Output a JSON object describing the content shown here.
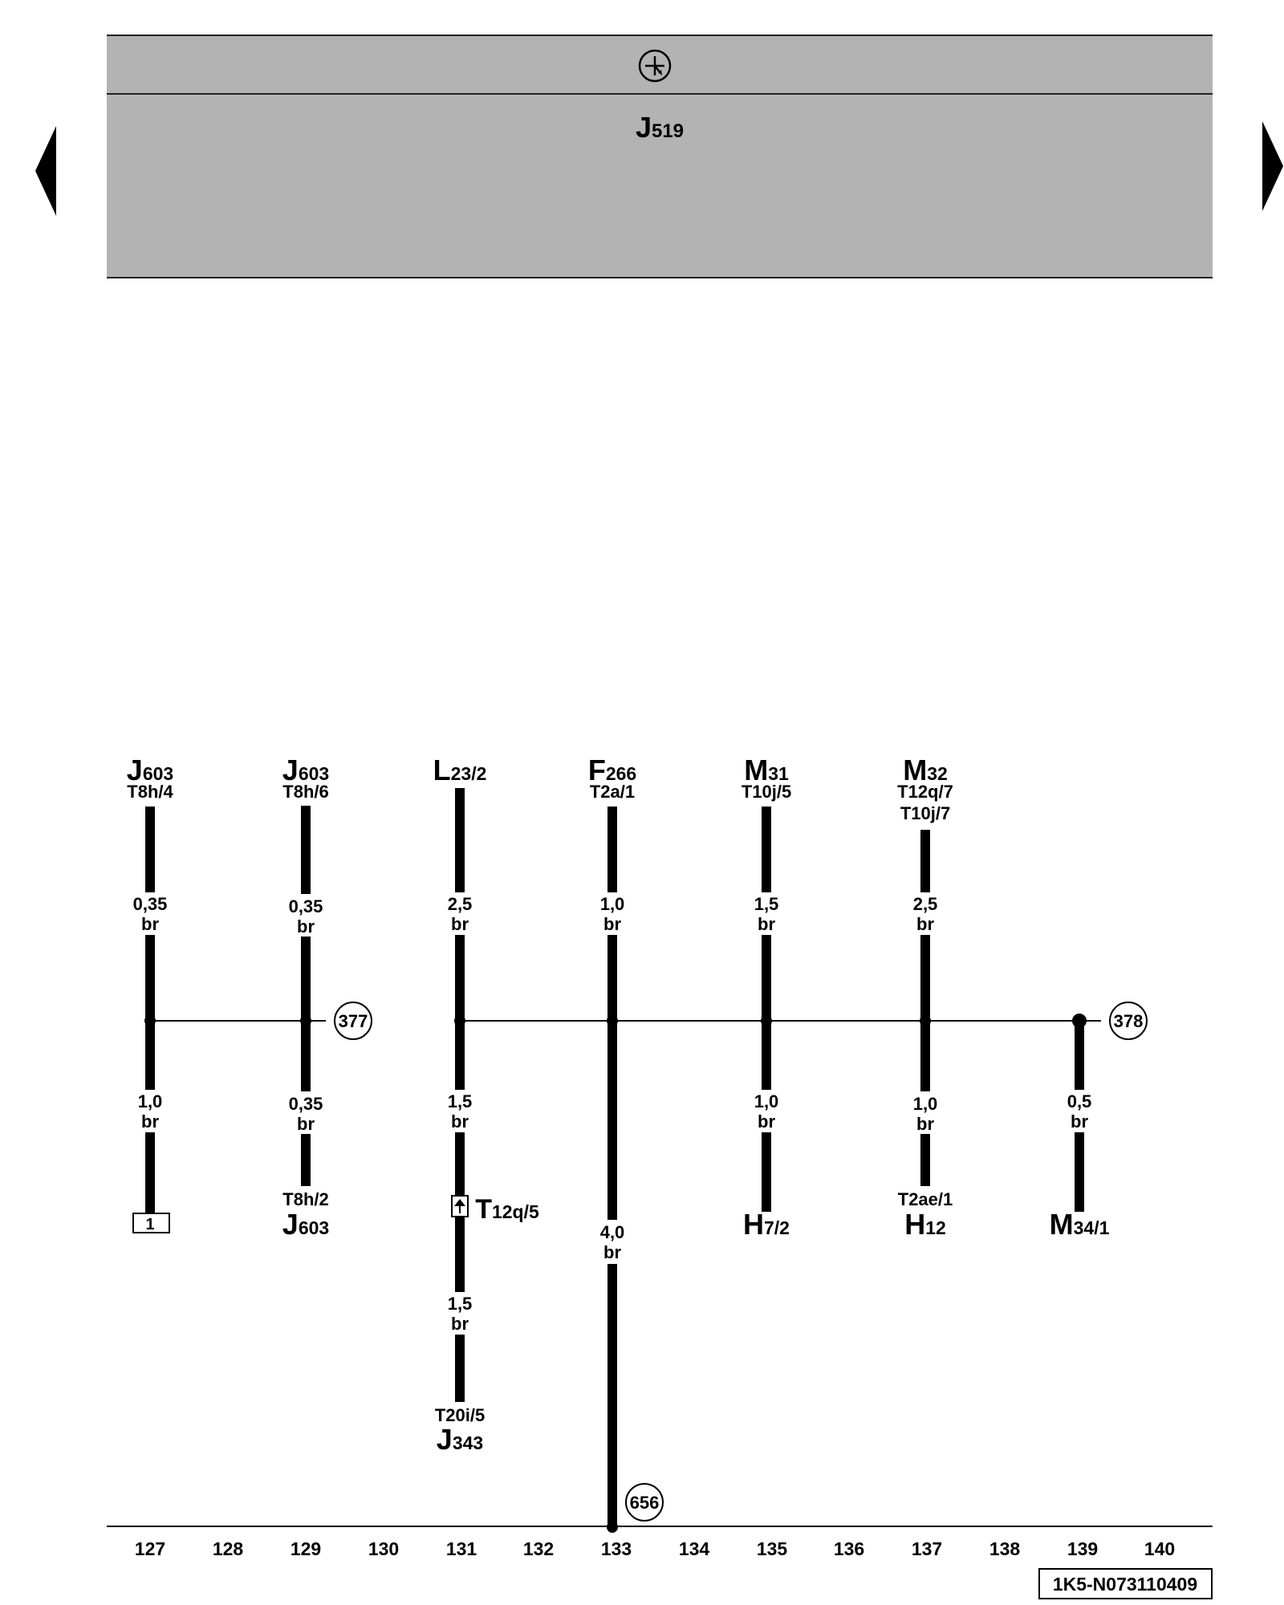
{
  "header": {
    "component": "J",
    "component_sub": "519",
    "chassis_icon": "ground-chassis-symbol-icon"
  },
  "navigation": {
    "prev_icon": "triangle-left-icon",
    "next_icon": "triangle-right-icon"
  },
  "columns": [
    "127",
    "128",
    "129",
    "130",
    "131",
    "132",
    "133",
    "134",
    "135",
    "136",
    "137",
    "138",
    "139",
    "140"
  ],
  "wires": [
    {
      "id": "w127",
      "top": {
        "main": "J",
        "sub": "603",
        "pin": "T8h/4",
        "pin2": ""
      },
      "upper": {
        "size": "0,35",
        "color": "br"
      },
      "lower": {
        "size": "1,0",
        "color": "br"
      },
      "bottom": {
        "type": "box",
        "label": "1"
      }
    },
    {
      "id": "w129",
      "top": {
        "main": "J",
        "sub": "603",
        "pin": "T8h/6",
        "pin2": ""
      },
      "upper": {
        "size": "0,35",
        "color": "br"
      },
      "lower": {
        "size": "0,35",
        "color": "br"
      },
      "bottom": {
        "type": "component",
        "pin": "T8h/2",
        "main": "J",
        "sub": "603"
      }
    },
    {
      "id": "w131",
      "top": {
        "main": "L",
        "sub": "23/2",
        "pin": "",
        "pin2": ""
      },
      "upper": {
        "size": "2,5",
        "color": "br"
      },
      "lower": {
        "size": "1,5",
        "color": "br"
      },
      "connector": {
        "main": "T",
        "sub": "12q/5"
      },
      "lower2": {
        "size": "1,5",
        "color": "br"
      },
      "bottom": {
        "type": "component",
        "pin": "T20i/5",
        "main": "J",
        "sub": "343"
      }
    },
    {
      "id": "w133",
      "top": {
        "main": "F",
        "sub": "266",
        "pin": "T2a/1",
        "pin2": ""
      },
      "upper": {
        "size": "1,0",
        "color": "br"
      },
      "lower": {
        "size": "4,0",
        "color": "br"
      },
      "bottom": {
        "type": "ground",
        "ref": "656"
      }
    },
    {
      "id": "w135",
      "top": {
        "main": "M",
        "sub": "31",
        "pin": "T10j/5",
        "pin2": ""
      },
      "upper": {
        "size": "1,5",
        "color": "br"
      },
      "lower": {
        "size": "1,0",
        "color": "br"
      },
      "bottom": {
        "type": "component",
        "pin": "",
        "main": "H",
        "sub": "7/2"
      }
    },
    {
      "id": "w137",
      "top": {
        "main": "M",
        "sub": "32",
        "pin": "T12q/7",
        "pin2": "T10j/7"
      },
      "upper": {
        "size": "2,5",
        "color": "br"
      },
      "lower": {
        "size": "1,0",
        "color": "br"
      },
      "bottom": {
        "type": "component",
        "pin": "T2ae/1",
        "main": "H",
        "sub": "12"
      }
    },
    {
      "id": "w139",
      "top": null,
      "lower": {
        "size": "0,5",
        "color": "br"
      },
      "bottom": {
        "type": "component",
        "pin": "",
        "main": "M",
        "sub": "34/1"
      }
    }
  ],
  "refs": {
    "left": "377",
    "right": "378",
    "ground": "656"
  },
  "footer": {
    "doc_id": "1K5-N073110409"
  }
}
